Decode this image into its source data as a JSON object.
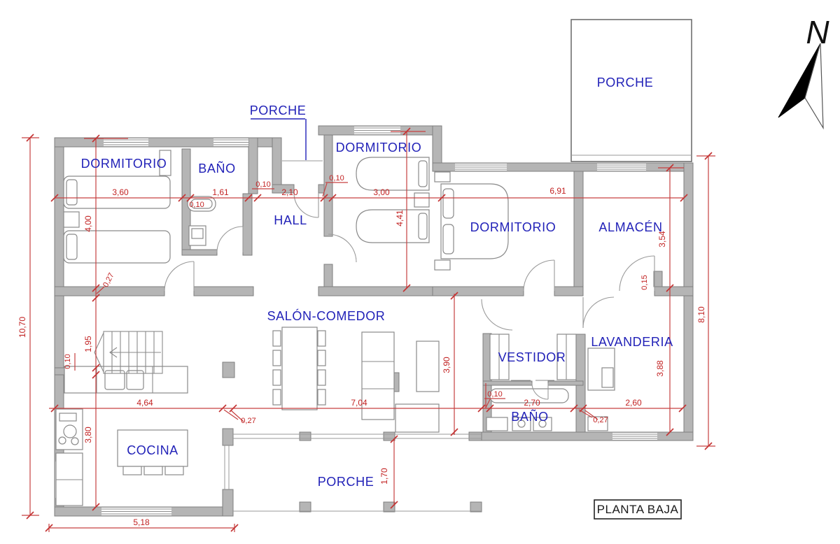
{
  "colors": {
    "room_label": "#2222b8",
    "dimension": "#c22222",
    "wall_fill": "#b5b5b5",
    "wall_stroke": "#7e7e7e",
    "furniture_stroke": "#8a8a8a",
    "north_arrow": "#000000"
  },
  "title_box": {
    "label": "PLANTA BAJA"
  },
  "north_arrow": {
    "label": "N"
  },
  "rooms": {
    "dormitorio_nw": "DORMITORIO",
    "bano_n": "BAÑO",
    "porche_entry": "PORCHE",
    "dormitorio_n": "DORMITORIO",
    "hall": "HALL",
    "dormitorio_e": "DORMITORIO",
    "almacen": "ALMACÉN",
    "porche_ne": "PORCHE",
    "salon_comedor": "SALÓN-COMEDOR",
    "vestidor": "VESTIDOR",
    "lavanderia": "LAVANDERIA",
    "bano_s": "BAÑO",
    "cocina": "COCINA",
    "porche_s": "PORCHE"
  },
  "dims": {
    "d01": "3,60",
    "d02": "1,61",
    "d03": "0,10",
    "d04": "0,10",
    "d05": "2,10",
    "d06": "0,10",
    "d07": "3,00",
    "d08": "6,91",
    "d09": "4,00",
    "d10": "4,41",
    "d11": "3,54",
    "d12": "8,10",
    "d13": "10,70",
    "d14": "0,27",
    "d15": "1,95",
    "d16": "0,10",
    "d17": "3,90",
    "d18": "0,15",
    "d19": "3,88",
    "d20": "4,64",
    "d21": "7,04",
    "d22": "0,27",
    "d23": "0,10",
    "d24": "2,70",
    "d25": "2,60",
    "d26": "0,27",
    "d27": "3,80",
    "d28": "1,70",
    "d29": "5,18"
  }
}
